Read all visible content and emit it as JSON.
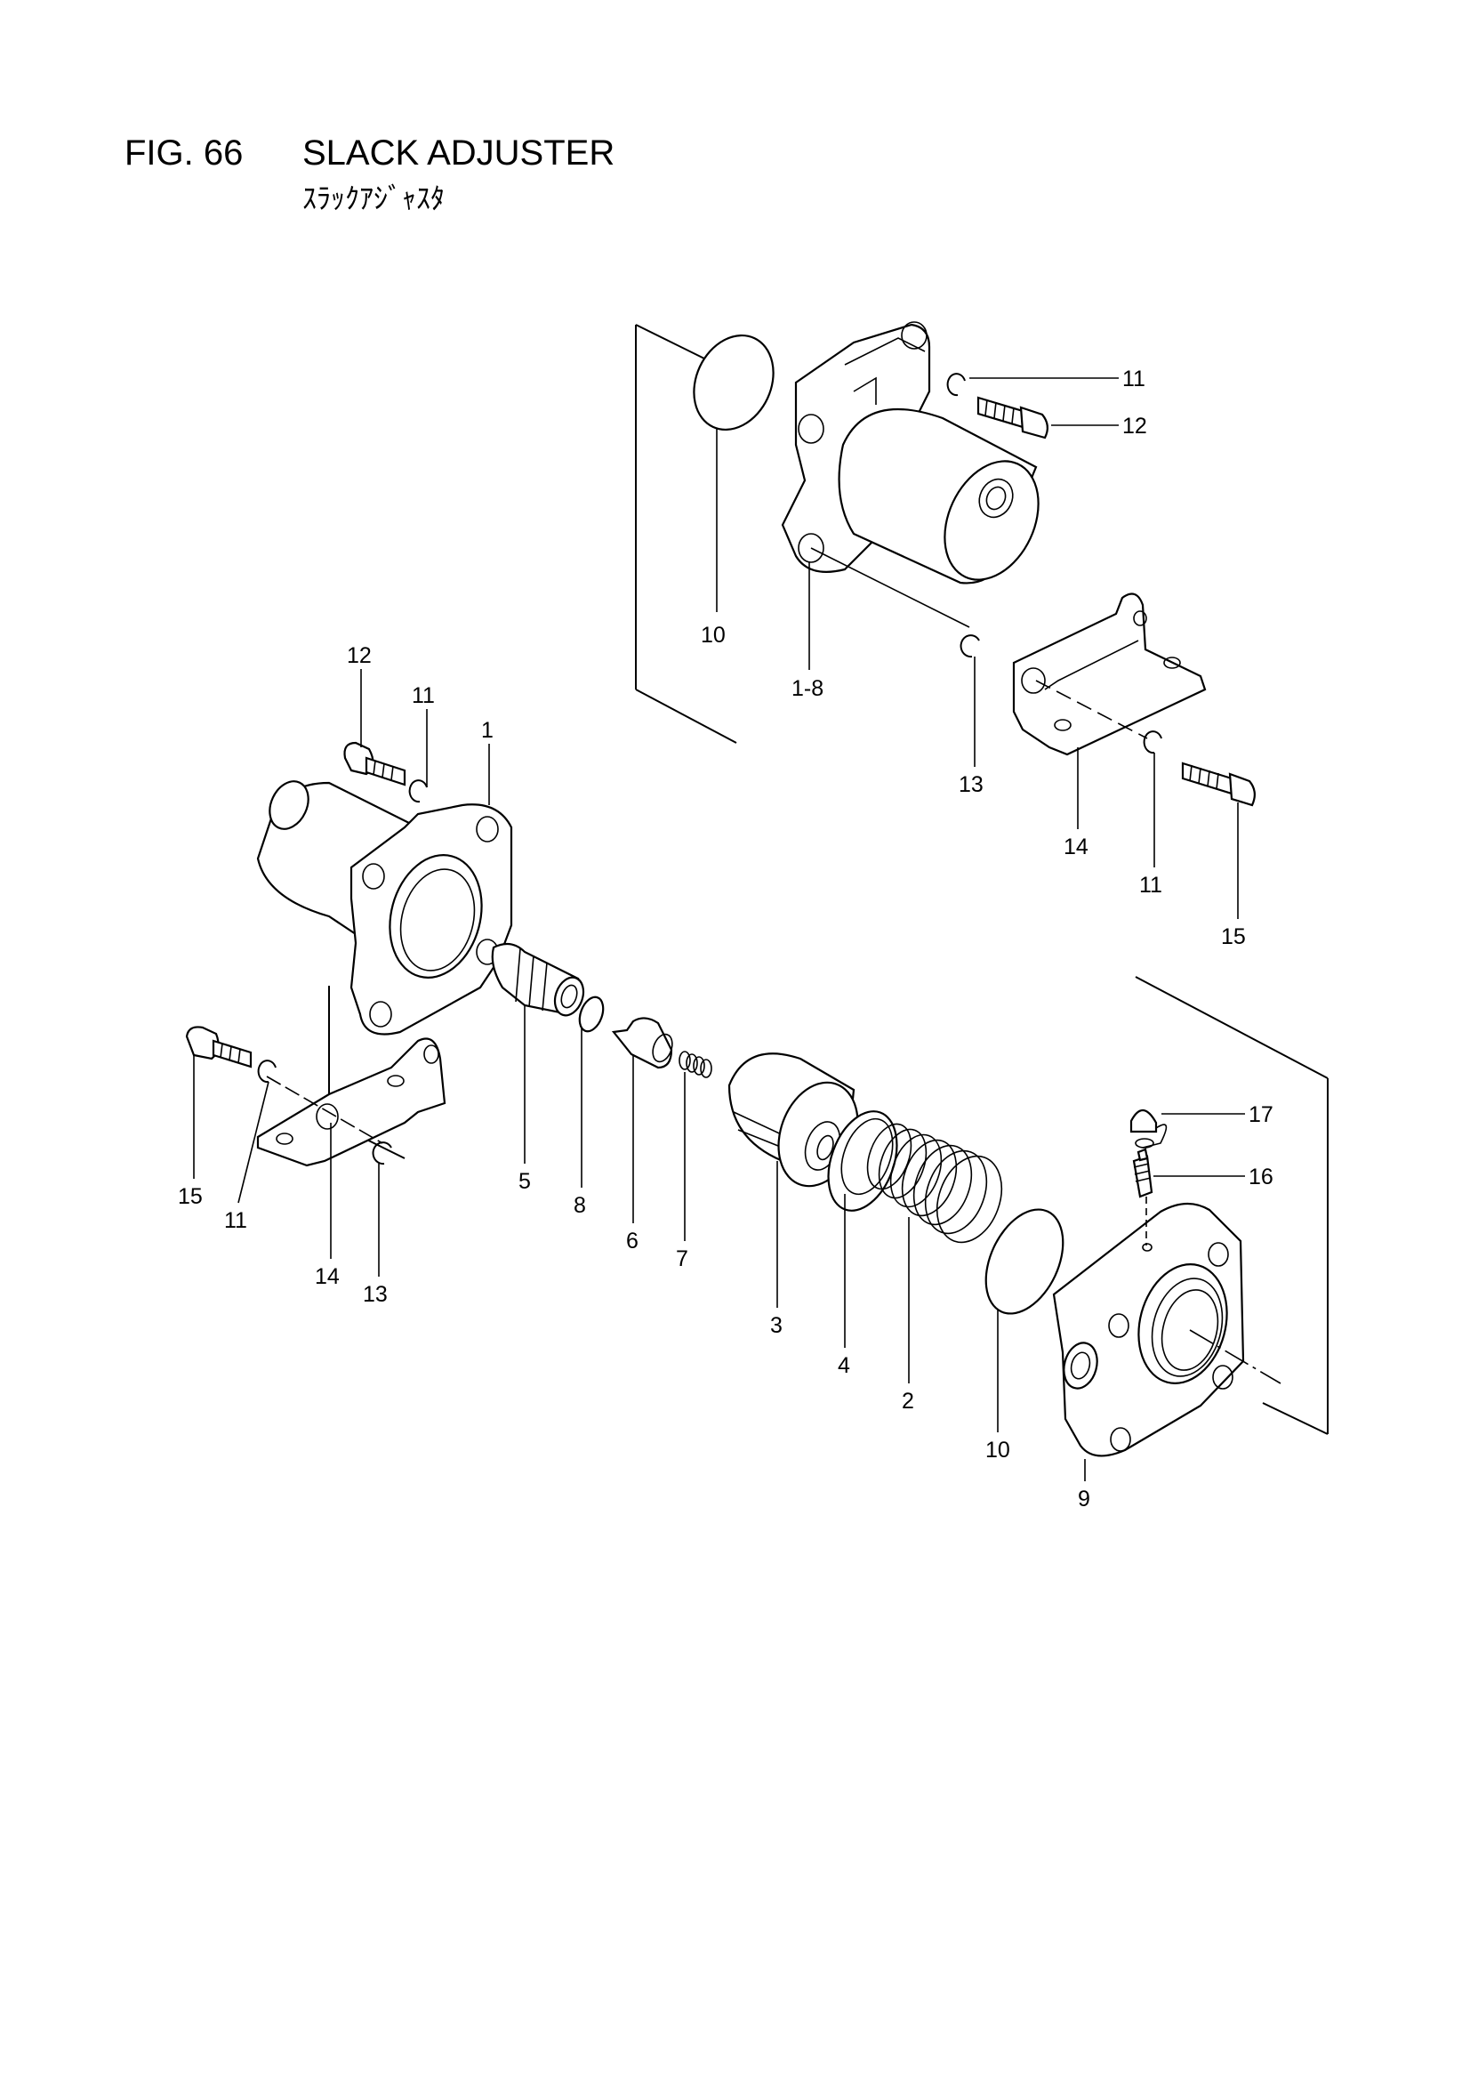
{
  "figure": {
    "number": "FIG. 66",
    "title": "SLACK ADJUSTER",
    "title_jp": "ｽﾗｯｸｱｼﾞｬｽﾀ"
  },
  "callouts": [
    {
      "id": "c11a",
      "text": "11"
    },
    {
      "id": "c12a",
      "text": "12"
    },
    {
      "id": "c10a",
      "text": "10"
    },
    {
      "id": "c18",
      "text": "1-8"
    },
    {
      "id": "c13a",
      "text": "13"
    },
    {
      "id": "c14a",
      "text": "14"
    },
    {
      "id": "c11b",
      "text": "11"
    },
    {
      "id": "c15a",
      "text": "15"
    },
    {
      "id": "c12b",
      "text": "12"
    },
    {
      "id": "c11c",
      "text": "11"
    },
    {
      "id": "c1",
      "text": "1"
    },
    {
      "id": "c5",
      "text": "5"
    },
    {
      "id": "c8",
      "text": "8"
    },
    {
      "id": "c6",
      "text": "6"
    },
    {
      "id": "c7",
      "text": "7"
    },
    {
      "id": "c3",
      "text": "3"
    },
    {
      "id": "c4",
      "text": "4"
    },
    {
      "id": "c2",
      "text": "2"
    },
    {
      "id": "c10b",
      "text": "10"
    },
    {
      "id": "c9",
      "text": "9"
    },
    {
      "id": "c17",
      "text": "17"
    },
    {
      "id": "c16",
      "text": "16"
    },
    {
      "id": "c15b",
      "text": "15"
    },
    {
      "id": "c11d",
      "text": "11"
    },
    {
      "id": "c14b",
      "text": "14"
    },
    {
      "id": "c13b",
      "text": "13"
    }
  ]
}
